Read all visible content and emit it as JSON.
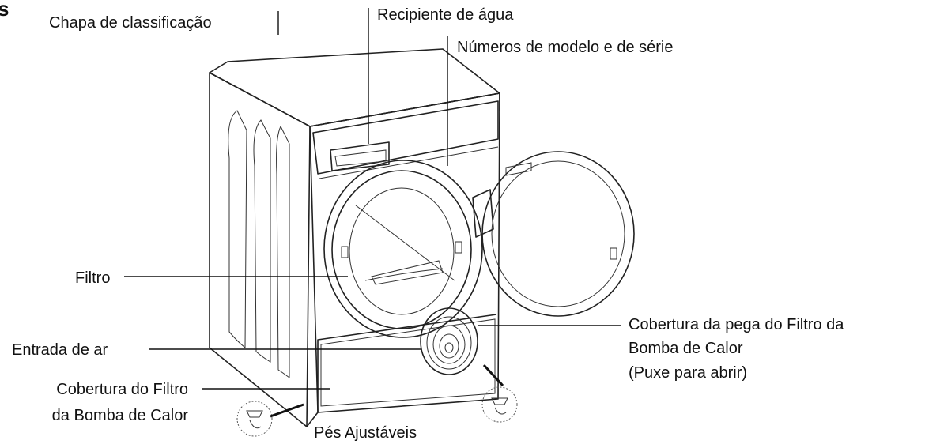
{
  "section_marker": "s",
  "labels": {
    "rating_plate": "Chapa de classificação",
    "water_container": "Recipiente de água",
    "model_serial": "Números de modelo e de série",
    "filter": "Filtro",
    "air_inlet": "Entrada de ar",
    "hp_filter_cover_line1": "Cobertura do Filtro",
    "hp_filter_cover_line2": "da Bomba de Calor",
    "handle_cover_line1": "Cobertura da pega do Filtro da",
    "handle_cover_line2": "Bomba de Calor",
    "handle_cover_line3": "(Puxe para abrir)",
    "feet": "Pés Ajustáveis"
  }
}
